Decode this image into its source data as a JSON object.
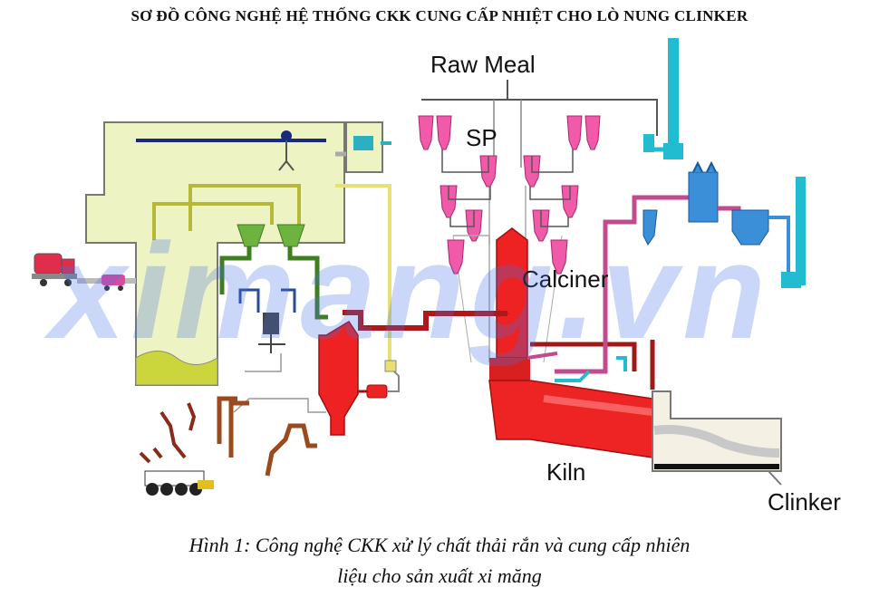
{
  "title": "SƠ ĐỒ CÔNG NGHỆ HỆ THỐNG CKK CUNG CẤP NHIỆT CHO LÒ NUNG CLINKER",
  "labels": {
    "raw_meal": "Raw Meal",
    "sp": "SP",
    "calciner": "Calciner",
    "kiln": "Kiln",
    "clinker": "Clinker"
  },
  "watermark": "ximang.vn",
  "caption": {
    "line1": "Hình 1: Công nghệ CKK xử lý chất thải rắn và cung cấp nhiên",
    "line2": "liệu cho sản xuất xi măng"
  },
  "colors": {
    "storage_fill": "#eef3c4",
    "cyclone": "#f05aa8",
    "calciner_kiln": "#ee2222",
    "gas_duct": "#b01818",
    "stack": "#22bcd0",
    "filter_blue": "#3b8ed8",
    "loop_purple": "#c24a8e",
    "conveyor_brown": "#9a4a1c",
    "feed_green": "#5aa83a"
  }
}
